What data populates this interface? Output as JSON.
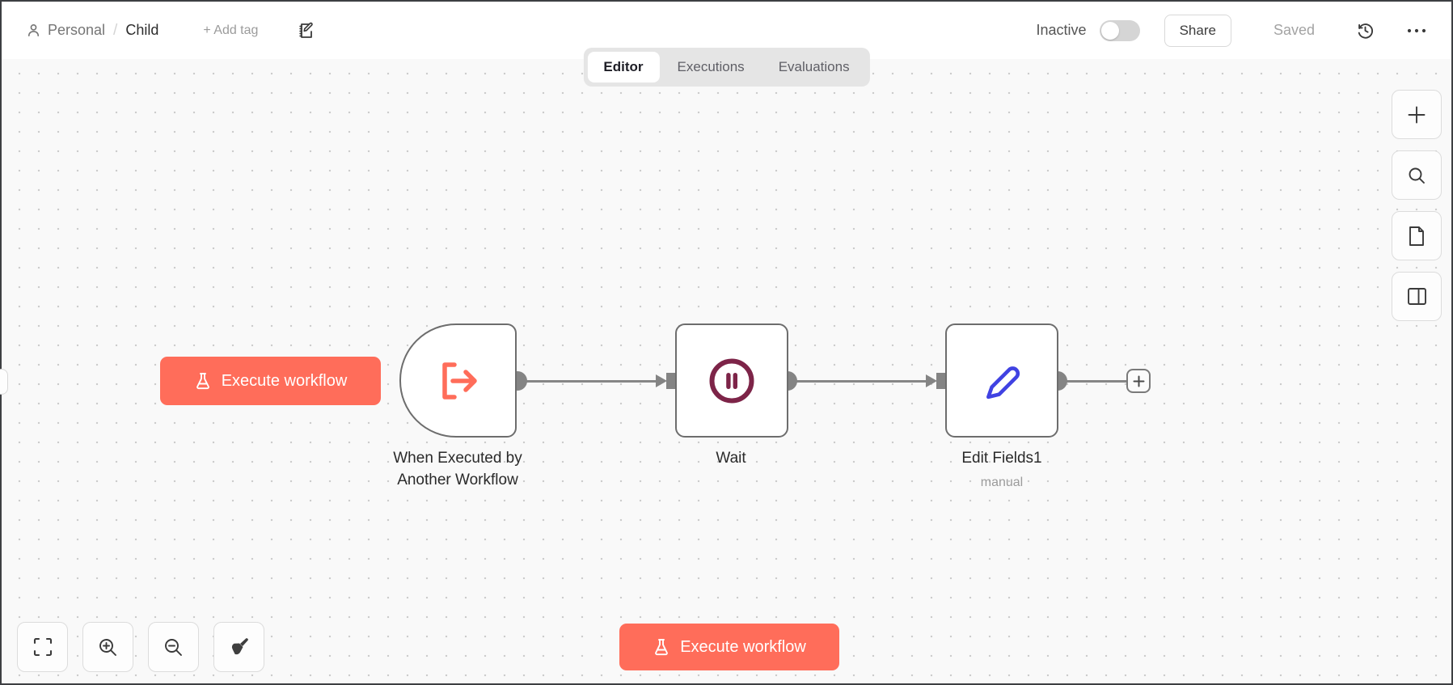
{
  "header": {
    "project_label": "Personal",
    "breadcrumb_separator": "/",
    "workflow_title": "Child",
    "add_tag_label": "+ Add tag",
    "tabs": [
      {
        "label": "Editor",
        "active": true
      },
      {
        "label": "Executions",
        "active": false
      },
      {
        "label": "Evaluations",
        "active": false
      }
    ],
    "activation_status_label": "Inactive",
    "activation_toggle_state": "off",
    "share_button_label": "Share",
    "save_status_label": "Saved"
  },
  "canvas": {
    "trigger_execute_button_label": "Execute workflow",
    "nodes": [
      {
        "name": "When Executed by Another Workflow",
        "type": "execute-workflow-trigger",
        "icon": "arrow-exit-bracket-icon",
        "icon_color": "#ff6d5a"
      },
      {
        "name": "Wait",
        "type": "wait",
        "icon": "pause-circle-icon",
        "icon_color": "#7d2448"
      },
      {
        "name": "Edit Fields1",
        "subtitle": "manual",
        "type": "set",
        "icon": "pen-icon",
        "icon_color": "#4042e2"
      }
    ],
    "connections": [
      {
        "from": "When Executed by Another Workflow",
        "to": "Wait"
      },
      {
        "from": "Wait",
        "to": "Edit Fields1"
      }
    ]
  },
  "side_toolbar": {
    "buttons": [
      "add-node",
      "search",
      "sticky-note",
      "toggle-panel"
    ]
  },
  "zoom_toolbar": {
    "buttons": [
      "zoom-to-fit",
      "zoom-in",
      "zoom-out",
      "tidy-up"
    ]
  },
  "footer": {
    "execute_button_label": "Execute workflow"
  },
  "colors": {
    "accent_orange": "#ff6d5a",
    "wait_maroon": "#7d2448",
    "set_blue": "#4042e2",
    "connector_gray": "#868686",
    "canvas_bg": "#f9f9f9"
  }
}
